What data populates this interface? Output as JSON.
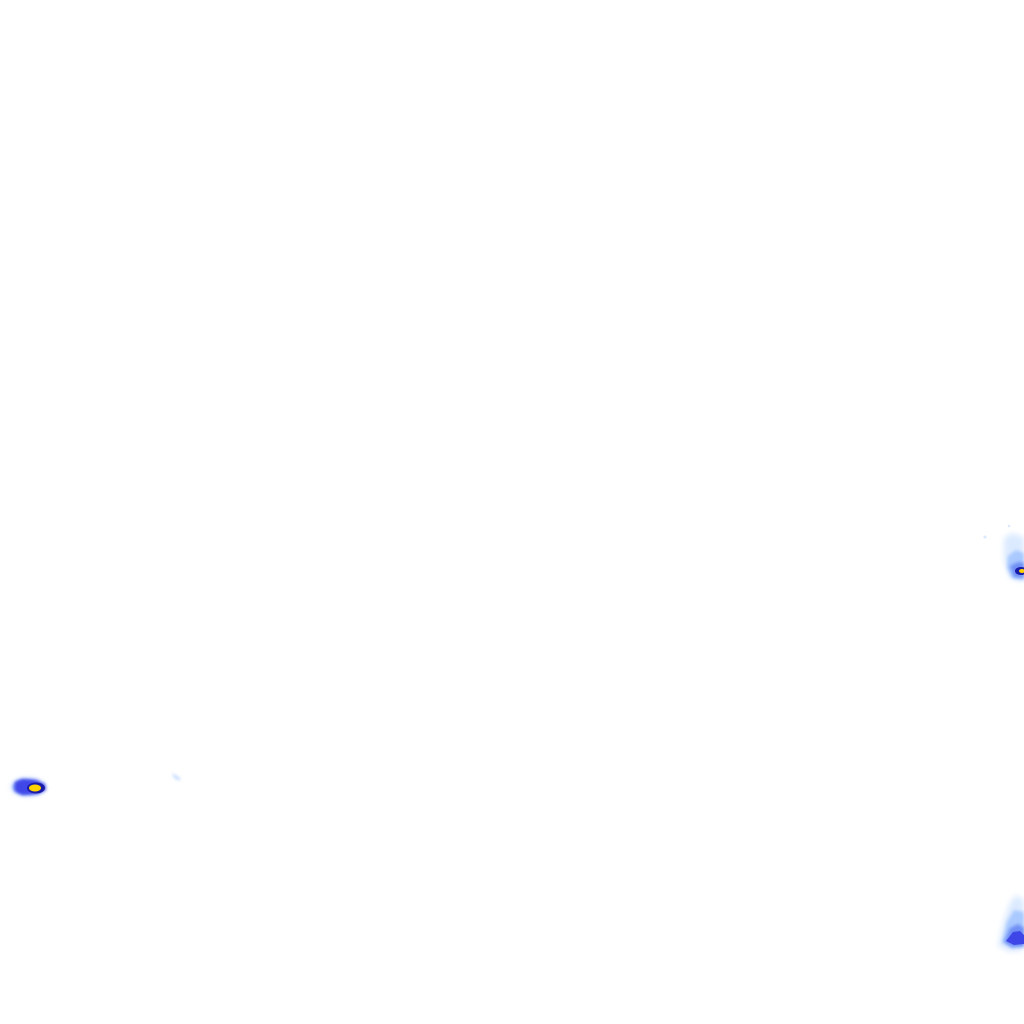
{
  "map": {
    "background_color": "#ffffff",
    "palette": {
      "trace": "#dbeaff",
      "light": "#a9c9ff",
      "moderate": "#6f8ff5",
      "heavy": "#3f46e8",
      "core_ring": "#1a1aa8",
      "peak": "#ffd400"
    },
    "echoes": [
      {
        "name": "west-cell",
        "intensity": "peak"
      },
      {
        "name": "west-fleck",
        "intensity": "trace"
      },
      {
        "name": "east-edge-cell",
        "intensity": "peak"
      },
      {
        "name": "southeast-patch",
        "intensity": "heavy"
      }
    ]
  }
}
